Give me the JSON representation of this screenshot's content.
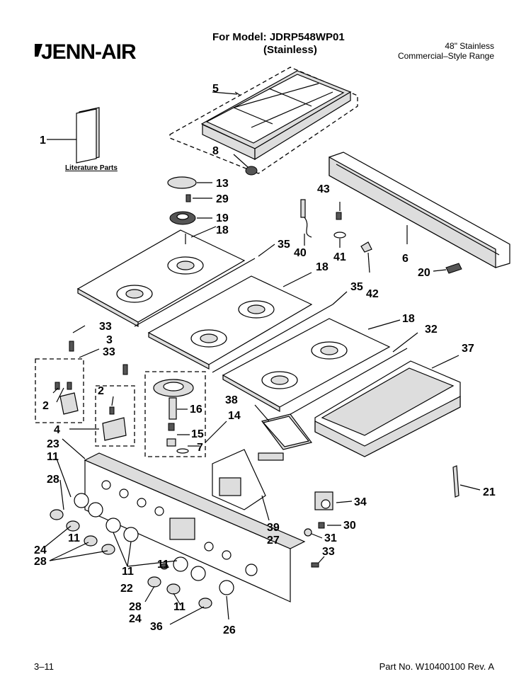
{
  "header": {
    "brand": "JENN-AIR",
    "model_line1": "For Model: JDRP548WP01",
    "model_line2": "(Stainless)",
    "desc_line1": "48\" Stainless",
    "desc_line2": "Commercial–Style Range"
  },
  "literature_label": "Literature Parts",
  "callouts": [
    "1",
    "5",
    "8",
    "13",
    "29",
    "19",
    "18",
    "35",
    "40",
    "43",
    "41",
    "42",
    "6",
    "20",
    "18",
    "35",
    "18",
    "32",
    "37",
    "33",
    "3",
    "33",
    "2",
    "2",
    "4",
    "16",
    "15",
    "7",
    "38",
    "14",
    "23",
    "11",
    "28",
    "24",
    "28",
    "11",
    "11",
    "11",
    "22",
    "28",
    "24",
    "11",
    "36",
    "26",
    "39",
    "27",
    "34",
    "30",
    "31",
    "33",
    "21"
  ],
  "footer": {
    "page": "3–11",
    "part_no": "Part No. W10400100 Rev. A"
  }
}
